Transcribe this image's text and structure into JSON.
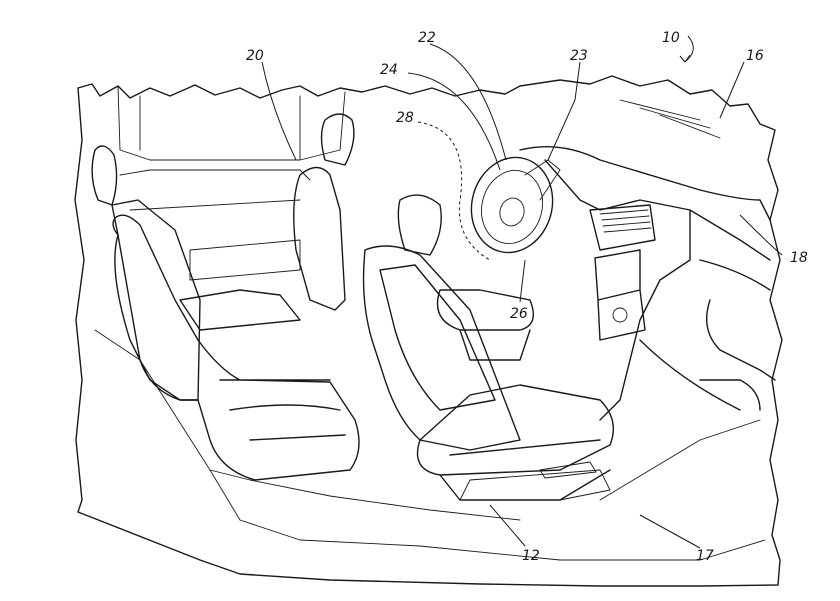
{
  "figure": {
    "reference_numerals": {
      "assembly": "10",
      "seat_rear": "20",
      "wheel": "22",
      "column": "23",
      "wheel_hub": "24",
      "hidden_line": "28",
      "windshield": "16",
      "dashboard": "18",
      "pedal_area": "26",
      "seat_front": "12",
      "floor": "17"
    }
  }
}
